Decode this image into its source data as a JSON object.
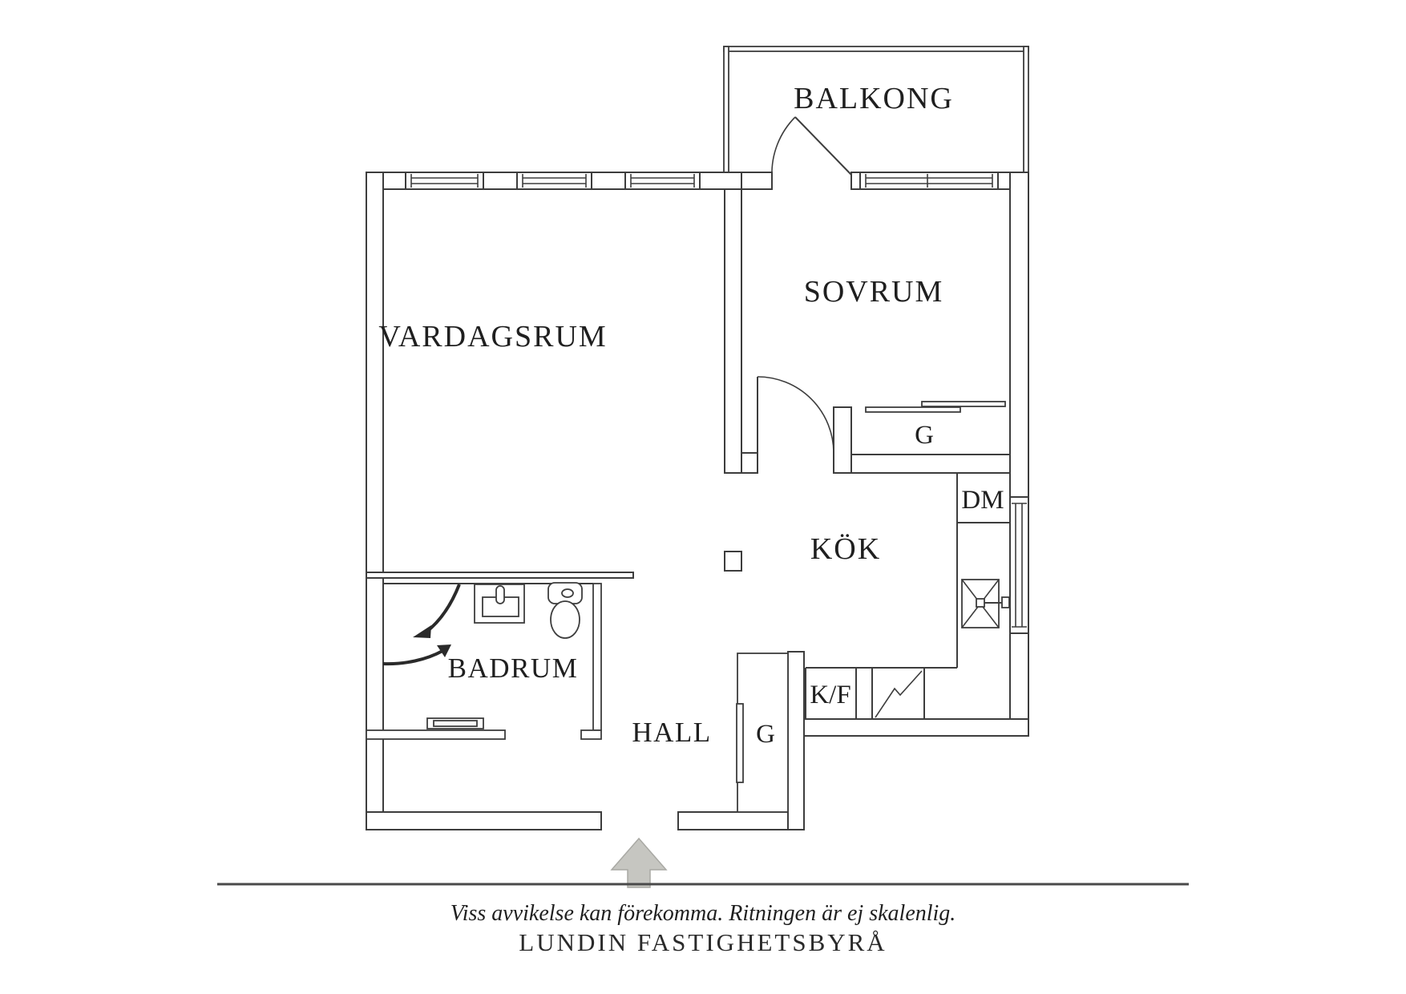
{
  "plan": {
    "rooms": {
      "balcony": "BALKONG",
      "bedroom": "SOVRUM",
      "living_room": "VARDAGSRUM",
      "kitchen": "KÖK",
      "bathroom": "BADRUM",
      "hall": "HALL"
    },
    "fixtures": {
      "wardrobe_bedroom": "G",
      "wardrobe_hall": "G",
      "dishwasher": "DM",
      "fridge_freezer": "K/F"
    },
    "footer": {
      "disclaimer": "Viss avvikelse kan förekomma. Ritningen är ej skalenlig.",
      "agency": "LUNDIN FASTIGHETSBYRÅ"
    },
    "colors": {
      "line": "#3d3d3d",
      "text": "#1f1f1f",
      "arrow_fill": "#c6c6c1"
    }
  }
}
